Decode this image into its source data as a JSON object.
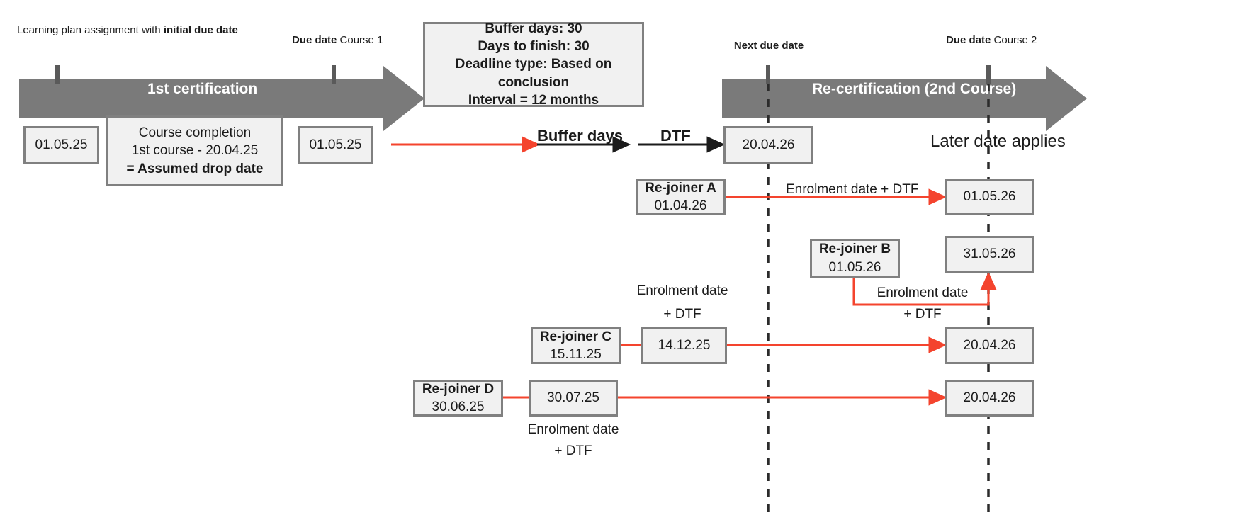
{
  "colors": {
    "band_gray": "#7a7a7a",
    "box_fill": "#f1f1f1",
    "box_border": "#808080",
    "red_arrow": "#f4442e",
    "black_arrow": "#1b1b1b",
    "tick_gray": "#5a5a5a",
    "text": "#1b1b1b"
  },
  "timeline_first": {
    "band_label": "1st certification",
    "start_tick_caption": {
      "line1": "Learning plan",
      "line2": "assignment with",
      "line3": "initial due date"
    },
    "end_tick_caption": {
      "line1": "Due date",
      "line2": "Course 1"
    }
  },
  "timeline_second": {
    "band_label": "Re-certification (2nd Course)",
    "start_tick_caption": {
      "line1": "Next due date"
    },
    "end_tick_caption": {
      "line1": "Due date",
      "line2": "Course 2"
    },
    "note": "Later date applies"
  },
  "settings_box": {
    "line1": "Buffer days: 30",
    "line2": "Days to finish: 30",
    "line3": "Deadline type: Based on conclusion",
    "line4": "Interval = 12 months"
  },
  "first_row": {
    "initial_due_date": "01.05.25",
    "completion": {
      "line1": "Course completion",
      "line2": "1st course - 20.04.25",
      "line3": "= Assumed drop date"
    },
    "due_date_course1": "01.05.25",
    "buffer_label": "Buffer days",
    "dtf_label": "DTF",
    "next_due_date": "20.04.26"
  },
  "rejoiners": [
    {
      "id": "a",
      "name": "Re-joiner A",
      "date": "01.04.26",
      "computed": null,
      "arrow_label_line1": "Enrolment date + DTF",
      "arrow_label_line2": "",
      "result": "01.05.26"
    },
    {
      "id": "b",
      "name": "Re-joiner B",
      "date": "01.05.26",
      "computed": null,
      "arrow_label_line1": "Enrolment date",
      "arrow_label_line2": "+ DTF",
      "result": "31.05.26"
    },
    {
      "id": "c",
      "name": "Re-joiner C",
      "date": "15.11.25",
      "computed": "14.12.25",
      "arrow_label_line1": "Enrolment date",
      "arrow_label_line2": "+ DTF",
      "result": "20.04.26"
    },
    {
      "id": "d",
      "name": "Re-joiner D",
      "date": "30.06.25",
      "computed": "30.07.25",
      "arrow_label_line1": "Enrolment date",
      "arrow_label_line2": "+ DTF",
      "result": "20.04.26"
    }
  ]
}
